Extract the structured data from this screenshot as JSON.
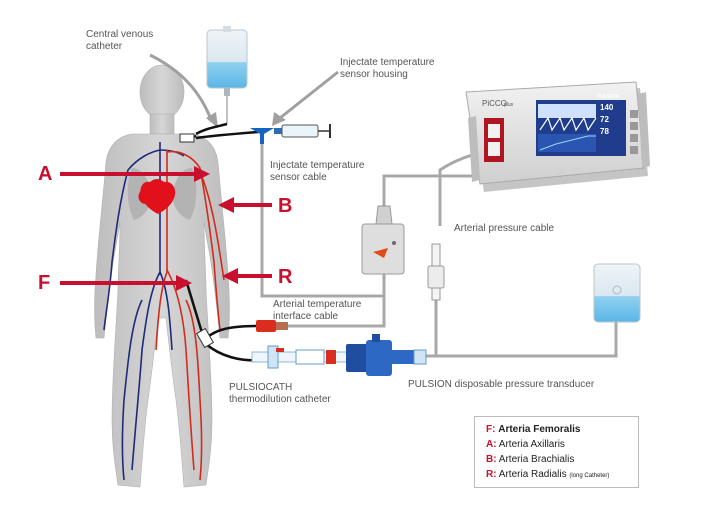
{
  "labels": {
    "central_venous_catheter": [
      "Central venous",
      "catheter"
    ],
    "injectate_sensor_housing": [
      "Injectate temperature",
      "sensor housing"
    ],
    "injectate_sensor_cable": [
      "Injectate temperature",
      "sensor cable"
    ],
    "arterial_pressure_cable": "Arterial pressure cable",
    "arterial_temp_interface_cable": [
      "Arterial temperature",
      "interface cable"
    ],
    "pulsiocath": [
      "PULSIOCATH",
      "thermodilution catheter"
    ],
    "pressure_transducer": "PULSION disposable pressure transducer"
  },
  "markers": {
    "A": "A",
    "F": "F",
    "B": "B",
    "R": "R"
  },
  "monitor": {
    "brand": "PiCCO",
    "brand_sub": "plus",
    "logo": "PULSION",
    "readout_1": "140",
    "readout_2": "72",
    "readout_3": "78"
  },
  "legend": [
    {
      "letter": "F:",
      "text": "Arteria Femoralis",
      "note": ""
    },
    {
      "letter": "A:",
      "text": "Arteria Axillaris",
      "note": ""
    },
    {
      "letter": "B:",
      "text": "Arteria Brachialis",
      "note": ""
    },
    {
      "letter": "R:",
      "text": "Arteria Radialis",
      "note": "(long Catheter)"
    }
  ],
  "colors": {
    "accent_red": "#c8102e",
    "artery_red": "#d22b1e",
    "vein_blue": "#1f2a7a",
    "body_gray": "#c9c9c9",
    "cable_gray": "#a8a8a8",
    "callout_gray": "#a0a0a0",
    "fluid_blue": "#7ec8ee"
  }
}
